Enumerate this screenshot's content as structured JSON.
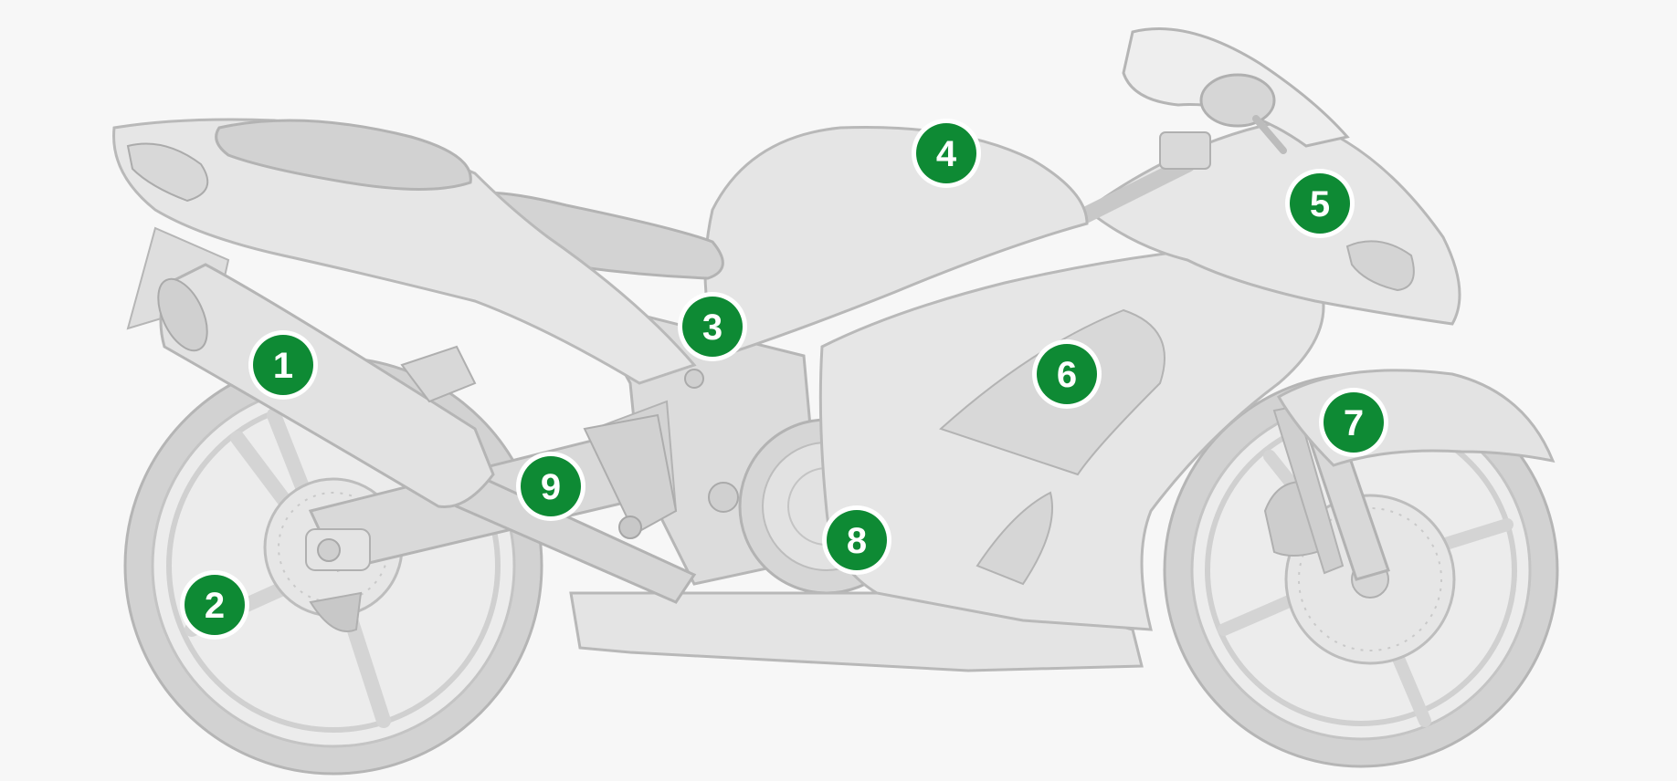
{
  "colors": {
    "background": "#f7f7f7",
    "bike_fill": "#e1e1e1",
    "bike_dark": "#cfcfcf",
    "bike_stroke": "#b8b8b8",
    "tire": "#c9c9c9",
    "marker_fill": "#0e8a34",
    "marker_ring": "#ffffff",
    "marker_text": "#ffffff"
  },
  "markers": [
    {
      "label": "1"
    },
    {
      "label": "2"
    },
    {
      "label": "3"
    },
    {
      "label": "4"
    },
    {
      "label": "5"
    },
    {
      "label": "6"
    },
    {
      "label": "7"
    },
    {
      "label": "8"
    },
    {
      "label": "9"
    }
  ]
}
